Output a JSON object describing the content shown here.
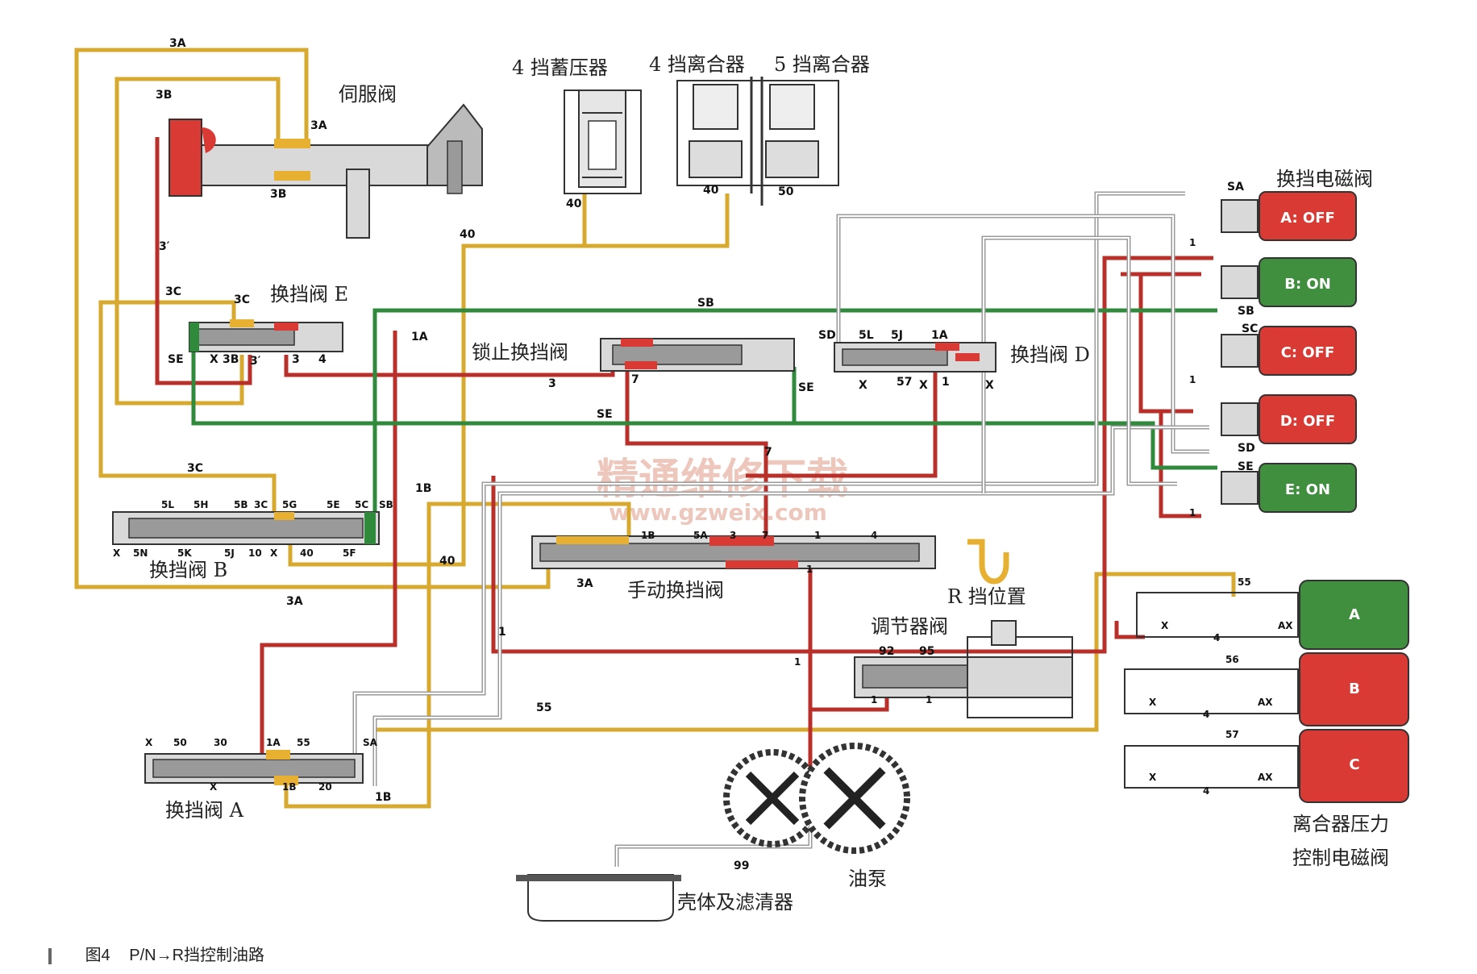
{
  "caption": {
    "figure_no": "图4",
    "title": "P/N→R挡控制油路"
  },
  "watermark": {
    "cn": "精通维修下载",
    "url": "www.gzweix.com"
  },
  "labels": {
    "servo_valve": "伺服阀",
    "acc4": "4 挡蓄压器",
    "clutch4": "4 挡离合器",
    "clutch5": "5 挡离合器",
    "shift_sol": "换挡电磁阀",
    "valve_e": "换挡阀 E",
    "lockup_valve": "锁止换挡阀",
    "valve_d": "换挡阀 D",
    "valve_b": "换挡阀 B",
    "manual_valve": "手动换挡阀",
    "r_pos": "R 挡位置",
    "regulator": "调节器阀",
    "valve_a": "换挡阀 A",
    "pump": "油泵",
    "housing_filter": "壳体及滤清器",
    "cpc_line1": "离合器压力",
    "cpc_line2": "控制电磁阀"
  },
  "solenoids": [
    {
      "id": "A",
      "label": "A: OFF",
      "color": "#d93a34"
    },
    {
      "id": "B",
      "label": "B: ON",
      "color": "#3f8f3f"
    },
    {
      "id": "C",
      "label": "C: OFF",
      "color": "#d93a34"
    },
    {
      "id": "D",
      "label": "D: OFF",
      "color": "#d93a34"
    },
    {
      "id": "E",
      "label": "E: ON",
      "color": "#3f8f3f"
    }
  ],
  "pressure_solenoids": [
    {
      "id": "A",
      "label": "A",
      "color": "#3f8f3f"
    },
    {
      "id": "B",
      "label": "B",
      "color": "#d93a34"
    },
    {
      "id": "C",
      "label": "C",
      "color": "#d93a34"
    }
  ],
  "line_labels": {
    "l3A_top": "3A",
    "l3B_top": "3B",
    "l3A_servo": "3A",
    "l3B_servo": "3B",
    "l3prime": "3′",
    "l3C": "3C",
    "l3C_e": "3C",
    "l40_top": "40",
    "l40_acc": "40",
    "l40_c4": "40",
    "l50": "50",
    "lSB": "SB",
    "lSD": "SD",
    "l5L": "5L",
    "l5J": "5J",
    "l1A_d": "1A",
    "l57": "57",
    "l1_d": "1",
    "lX": "X",
    "l4": "4",
    "lSE_e": "SE",
    "l3B_e": "3B",
    "l3prime_e": "3′",
    "l3_e": "3",
    "l4_e": "4",
    "l1A": "1A",
    "l3": "3",
    "l7": "7",
    "lSE_lock": "SE",
    "lSE_mid": "SE",
    "l7_mid": "7",
    "l3C_b": "3C",
    "l1B": "1B",
    "l5L_b": "5L",
    "l5H": "5H",
    "l5B": "5B",
    "l3C_bb": "3C",
    "l5G": "5G",
    "l5E": "5E",
    "l5C": "5C",
    "lSB_b": "SB",
    "l5N": "5N",
    "l5K": "5K",
    "l5J_b": "5J",
    "l10": "10",
    "l40_b": "40",
    "l5F": "5F",
    "l40_low": "40",
    "l3A_low": "3A",
    "l1B_m": "1B",
    "l5A": "5A",
    "l3_m": "3",
    "l7_m": "7",
    "l1_m": "1",
    "l4_m": "4",
    "l3A_m": "3A",
    "l1": "1",
    "l1_line": "1",
    "l92": "92",
    "l95": "95",
    "l1_r1": "1",
    "l1_r2": "1",
    "l55": "55",
    "l55_r": "55",
    "l56": "56",
    "l57_r": "57",
    "lX_r": "X",
    "lAX": "AX",
    "l4_r1": "4",
    "l4_r2": "4",
    "l4_r3": "4",
    "l1_sol": "1",
    "l1_sol2": "1",
    "l1_sol3": "1",
    "lSA": "SA",
    "lSB_sol": "SB",
    "lSC": "SC",
    "lSD_sol": "SD",
    "lSE_sol": "SE",
    "l50_a": "50",
    "l30": "30",
    "l1A_a": "1A",
    "l55_a": "55",
    "lSA_a": "SA",
    "l1B_a": "1B",
    "l20": "20",
    "l1B_low": "1B",
    "l99": "99",
    "l1_1": "1"
  }
}
